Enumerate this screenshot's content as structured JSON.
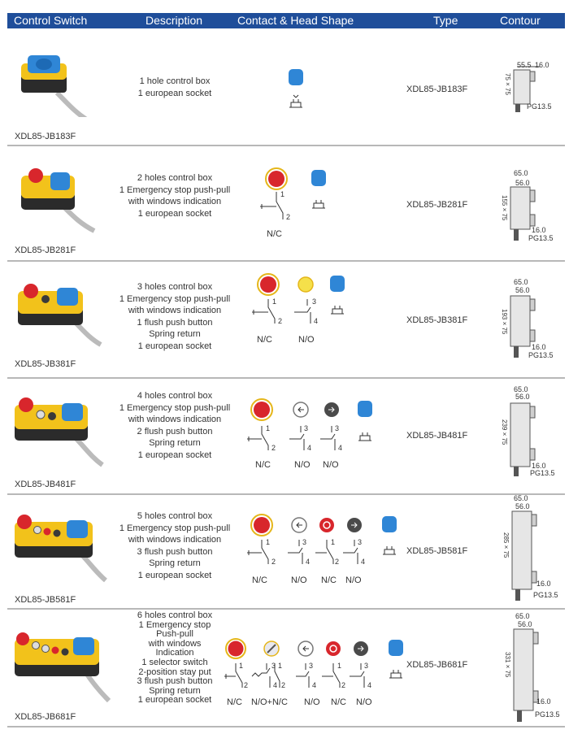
{
  "header": {
    "col_control_switch": "Control Switch",
    "col_description": "Description",
    "col_contact": "Contact & Head Shape",
    "col_type": "Type",
    "col_contour": "Contour"
  },
  "colors": {
    "header_bg": "#1f4e9a",
    "box_yellow": "#f2c21b",
    "socket_blue": "#2f86d6",
    "estop_red": "#d8262c"
  },
  "rows": [
    {
      "model": "XDL85-JB183F",
      "description": [
        "1 hole control box",
        "1 european socket"
      ],
      "contact_labels": [],
      "dims": {
        "width": "55.5",
        "depth": "16.0",
        "body": "75 × 75",
        "thread": "PG13.5"
      }
    },
    {
      "model": "XDL85-JB281F",
      "description": [
        "2 holes control box",
        "1 Emergency stop push-pull",
        "with windows indication",
        "1 european socket"
      ],
      "contact_labels": [
        "N/C"
      ],
      "dims": {
        "width": "65.0",
        "inner": "56.0",
        "body": "155 × 75",
        "depth": "16.0",
        "thread": "PG13.5"
      }
    },
    {
      "model": "XDL85-JB381F",
      "description": [
        "3 holes control box",
        "1 Emergency stop push-pull",
        "with windows indication",
        "1 flush push button",
        "Spring return",
        "1 european socket"
      ],
      "contact_labels": [
        "N/C",
        "N/O"
      ],
      "dims": {
        "width": "65.0",
        "inner": "56.0",
        "body": "193 × 75",
        "depth": "16.0",
        "thread": "PG13.5"
      }
    },
    {
      "model": "XDL85-JB481F",
      "description": [
        "4 holes control box",
        "1 Emergency stop push-pull",
        "with windows indication",
        "2 flush push button",
        "Spring return",
        "1 european socket"
      ],
      "contact_labels": [
        "N/C",
        "N/O",
        "N/O"
      ],
      "dims": {
        "width": "65.0",
        "inner": "56.0",
        "body": "239 × 75",
        "depth": "16.0",
        "thread": "PG13.5"
      }
    },
    {
      "model": "XDL85-JB581F",
      "description": [
        "5 holes control box",
        "1 Emergency stop push-pull",
        "with windows indication",
        "3 flush push button",
        "Spring return",
        "1 european socket"
      ],
      "contact_labels": [
        "N/C",
        "N/O",
        "N/C",
        "N/O"
      ],
      "dims": {
        "width": "65.0",
        "inner": "56.0",
        "body": "285 × 75",
        "depth": "16.0",
        "thread": "PG13.5"
      }
    },
    {
      "model": "XDL85-JB681F",
      "description": [
        "6 holes control box",
        "1 Emergency stop",
        "Push-pull",
        "with windows",
        "Indication",
        "1 selector switch",
        "2-position stay put",
        "3 flush push button",
        "Spring return",
        "1 european socket"
      ],
      "contact_labels": [
        "N/C",
        "N/O+N/C",
        "N/O",
        "N/C",
        "N/O"
      ],
      "dims": {
        "width": "65.0",
        "inner": "56.0",
        "body": "331 × 75",
        "depth": "16.0",
        "thread": "PG13.5"
      }
    }
  ]
}
